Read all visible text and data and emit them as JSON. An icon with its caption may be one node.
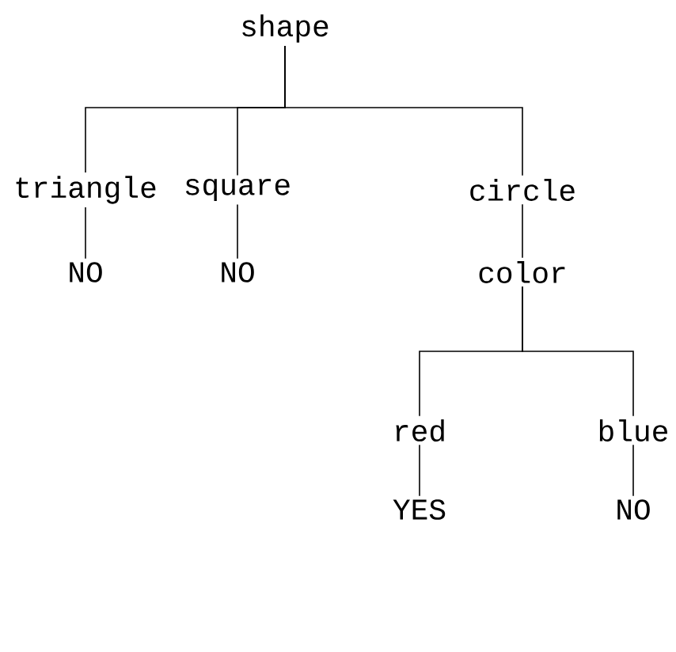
{
  "diagram": {
    "nodes": [
      {
        "text": [
          "shape"
        ]
      },
      {
        "text": [
          "triangle"
        ]
      },
      {
        "text": [
          "square"
        ]
      },
      {
        "text": [
          "circle"
        ]
      },
      {
        "text": [
          "NO"
        ]
      },
      {
        "text": [
          "NO"
        ]
      },
      {
        "text": [
          "color"
        ]
      },
      {
        "text": [
          "red"
        ]
      },
      {
        "text": [
          "blue"
        ]
      },
      {
        "text": [
          "YES"
        ]
      },
      {
        "text": [
          "NO"
        ]
      }
    ],
    "edges": [
      {
        "from": 0,
        "to": 1,
        "arrow": "none"
      },
      {
        "from": 0,
        "to": 2,
        "arrow": "none"
      },
      {
        "from": 0,
        "to": 3,
        "arrow": "none"
      },
      {
        "from": 1,
        "to": 4,
        "arrow": "none"
      },
      {
        "from": 2,
        "to": 5,
        "arrow": "none"
      },
      {
        "from": 3,
        "to": 6,
        "arrow": "none"
      },
      {
        "from": 6,
        "to": 7,
        "arrow": "none"
      },
      {
        "from": 6,
        "to": 8,
        "arrow": "none"
      },
      {
        "from": 7,
        "to": 9,
        "arrow": "none"
      },
      {
        "from": 8,
        "to": 10,
        "arrow": "none"
      }
    ]
  }
}
